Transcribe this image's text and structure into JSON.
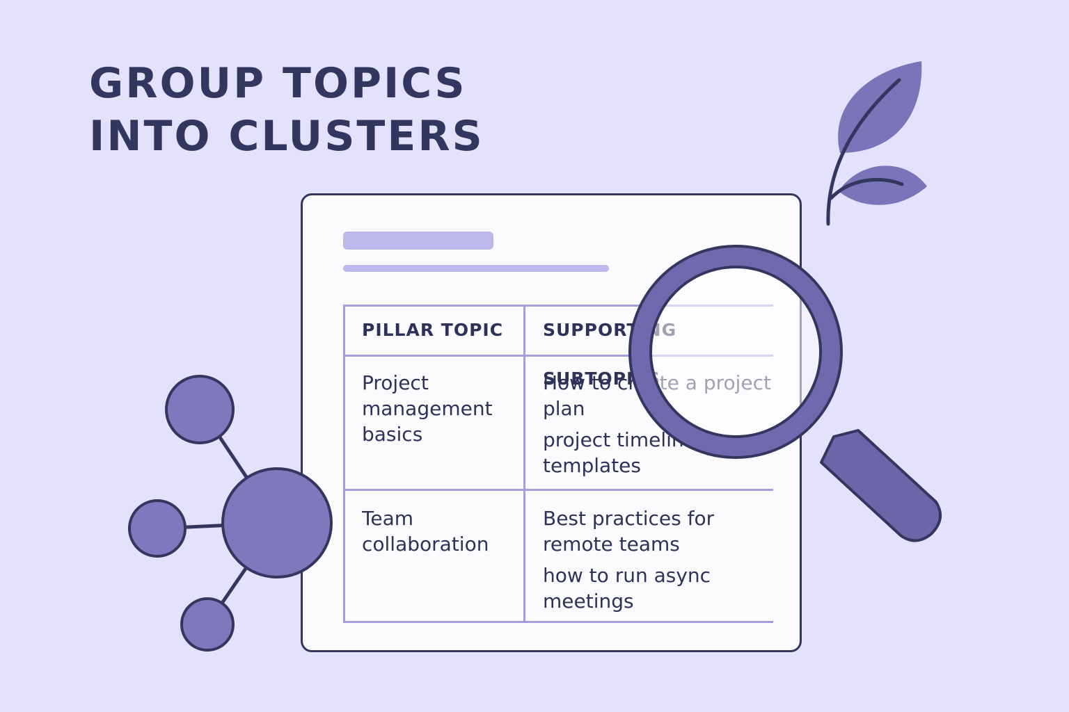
{
  "title": {
    "line1": "GROUP TOPICS",
    "line2": "INTO CLUSTERS"
  },
  "table": {
    "headers": [
      "PILLAR TOPIC",
      "SUPPORTING SUBTOPICS"
    ],
    "rows": [
      {
        "pillar": "Project management basics",
        "subtopics": [
          "How to create a project plan",
          "project timeline templates"
        ]
      },
      {
        "pillar": "Team collaboration",
        "subtopics": [
          "Best practices for remote teams",
          "how to run async meetings"
        ]
      }
    ]
  },
  "icons": {
    "network": "cluster-network-icon",
    "magnifier": "magnifying-glass-icon",
    "leaf": "leaf-sprig-icon"
  },
  "colors": {
    "background": "#e3e1fb",
    "ink": "#33365e",
    "accent": "#7f78bc",
    "grid": "#a49fdc",
    "placeholder": "#bdb8ec"
  }
}
